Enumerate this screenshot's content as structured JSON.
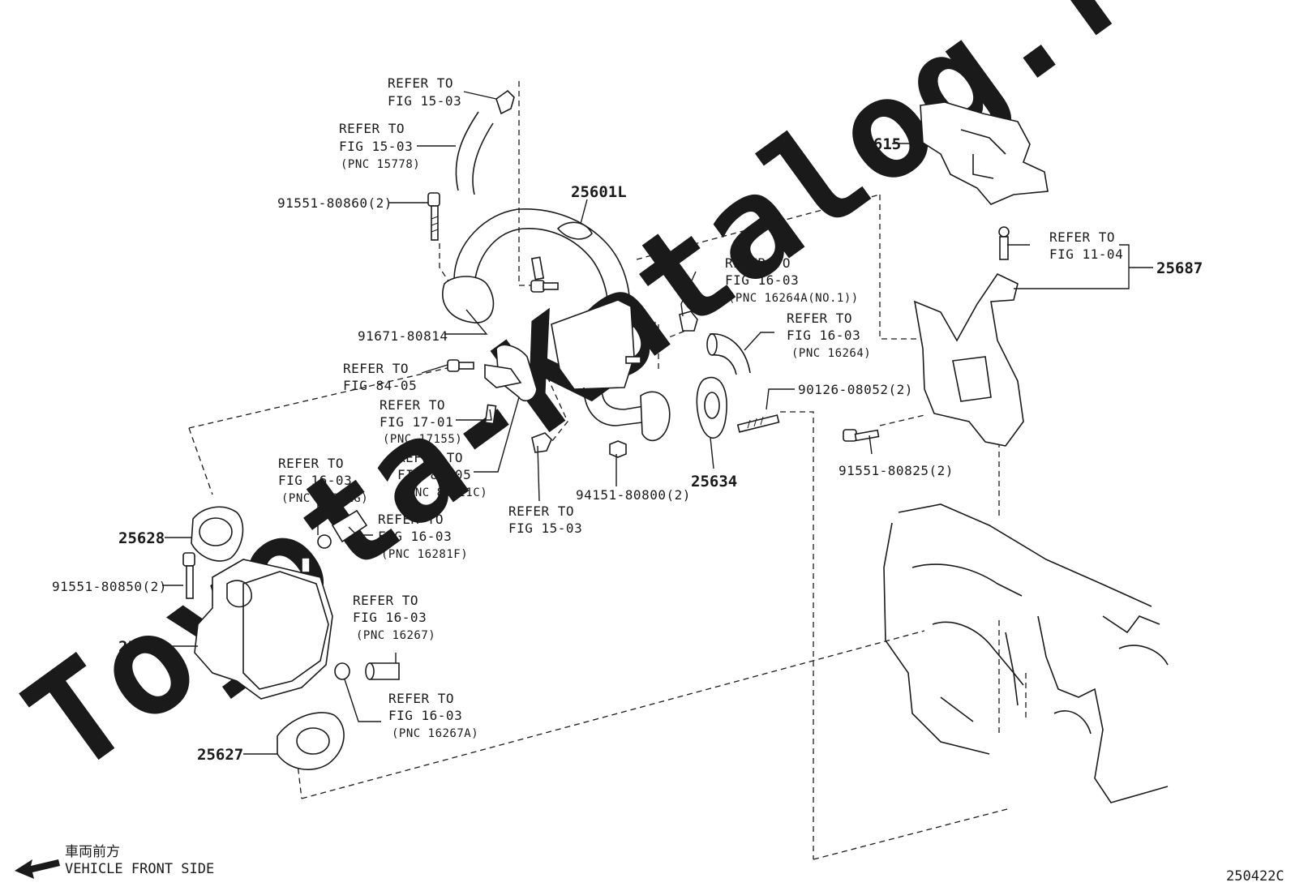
{
  "watermark": "Toyota-Katalog.ru",
  "figure_code": "250422C",
  "direction": {
    "text_jp": "車両前方",
    "text_en": "VEHICLE FRONT SIDE",
    "icon": "arrow-left-icon"
  },
  "parts": {
    "p12615": "12615",
    "p25601L": "25601L",
    "p25687": "25687",
    "p25634": "25634",
    "p25628": "25628",
    "p25800": "25800",
    "p25627": "25627",
    "b91551_80860": "91551-80860(2)",
    "b91671_80814": "91671-80814",
    "s90126_08052": "90126-08052(2)",
    "b91551_80825": "91551-80825(2)",
    "n94151_80800": "94151-80800(2)",
    "b91551_80850": "91551-80850(2)"
  },
  "refs": {
    "r1": {
      "l1": "REFER TO",
      "l2": "FIG 15-03",
      "pnc": ""
    },
    "r2": {
      "l1": "REFER TO",
      "l2": "FIG 15-03",
      "pnc": "(PNC 15778)"
    },
    "r3": {
      "l1": "REFER TO",
      "l2": "FIG 84-05",
      "pnc": ""
    },
    "r4": {
      "l1": "REFER TO",
      "l2": "FIG 17-01",
      "pnc": "(PNC 17155)"
    },
    "r5": {
      "l1": "REFER TO",
      "l2": "FIG 84-05",
      "pnc": "(PNC 89421C)"
    },
    "r6": {
      "l1": "REFER TO",
      "l2": "FIG 15-03",
      "pnc": ""
    },
    "r7": {
      "l1": "REFER TO",
      "l2": "FIG 16-03",
      "pnc": "(PNC 16264A(NO.1))"
    },
    "r8": {
      "l1": "REFER TO",
      "l2": "FIG 16-03",
      "pnc": "(PNC 16264)"
    },
    "r9": {
      "l1": "REFER TO",
      "l2": "FIG 11-04",
      "pnc": ""
    },
    "r10": {
      "l1": "REFER TO",
      "l2": "FIG 16-03",
      "pnc": "(PNC 16281G)"
    },
    "r11": {
      "l1": "REFER TO",
      "l2": "FIG 16-03",
      "pnc": "(PNC 16281F)"
    },
    "r12": {
      "l1": "REFER TO",
      "l2": "FIG 16-03",
      "pnc": "(PNC 16267)"
    },
    "r13": {
      "l1": "REFER TO",
      "l2": "FIG 16-03",
      "pnc": "(PNC 16267A)"
    }
  }
}
